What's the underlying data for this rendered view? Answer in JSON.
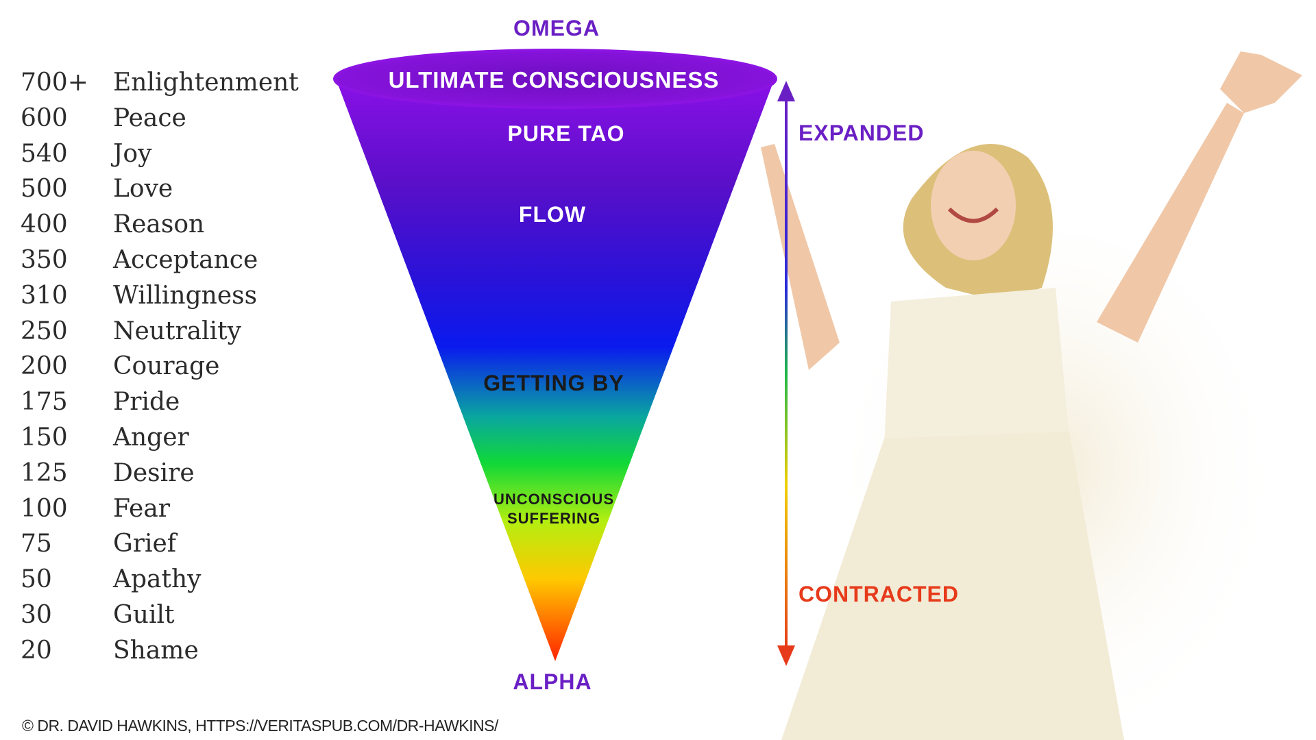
{
  "scale": [
    {
      "level": "700+",
      "emotion": "Enlightenment"
    },
    {
      "level": "600",
      "emotion": "Peace"
    },
    {
      "level": "540",
      "emotion": "Joy"
    },
    {
      "level": "500",
      "emotion": "Love"
    },
    {
      "level": "400",
      "emotion": "Reason"
    },
    {
      "level": "350",
      "emotion": "Acceptance"
    },
    {
      "level": "310",
      "emotion": "Willingness"
    },
    {
      "level": "250",
      "emotion": "Neutrality"
    },
    {
      "level": "200",
      "emotion": "Courage"
    },
    {
      "level": "175",
      "emotion": "Pride"
    },
    {
      "level": "150",
      "emotion": "Anger"
    },
    {
      "level": "125",
      "emotion": "Desire"
    },
    {
      "level": "100",
      "emotion": "Fear"
    },
    {
      "level": "75",
      "emotion": "Grief"
    },
    {
      "level": "50",
      "emotion": "Apathy"
    },
    {
      "level": "30",
      "emotion": "Guilt"
    },
    {
      "level": "20",
      "emotion": "Shame"
    }
  ],
  "funnel": {
    "top_label": "OMEGA",
    "bottom_label": "ALPHA",
    "rim_label": "ULTIMATE CONSCIOUSNESS",
    "tiers": [
      "PURE TAO",
      "FLOW",
      "GETTING BY"
    ],
    "bottom_tier_line1": "UNCONSCIOUS",
    "bottom_tier_line2": "SUFFERING"
  },
  "arrow": {
    "top_label": "EXPANDED",
    "bottom_label": "CONTRACTED"
  },
  "footer": "© DR. DAVID HAWKINS,  HTTPS://VERITASPUB.COM/DR-HAWKINS/",
  "colors": {
    "omega_purple": "#6a1fc4",
    "contracted_red": "#e63a1a",
    "funnel_gradient": [
      "#8a10e8",
      "#3a10c8",
      "#0a1aee",
      "#0fd43a",
      "#c8ef10",
      "#ffc200",
      "#ff2a00"
    ]
  }
}
